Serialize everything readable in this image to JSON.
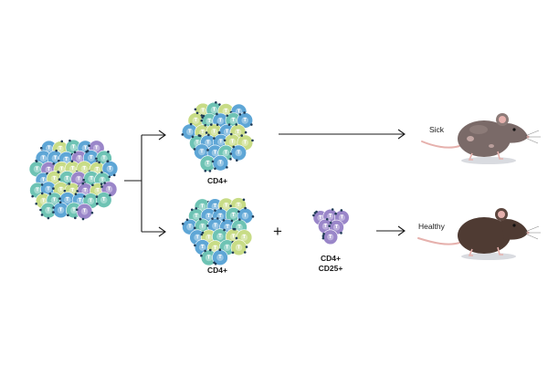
{
  "labels": {
    "cd4_top": "CD4+",
    "cd4_bottom": "CD4+",
    "treg_line1": "CD4+",
    "treg_line2": "CD25+",
    "plus_sign": "+",
    "outcome_sick": "Sick",
    "outcome_healthy": "Healthy"
  },
  "cell_letter": "T",
  "icons": {
    "cell": "t-cell-icon",
    "mouse": "mouse-icon",
    "arrow": "arrow-icon"
  },
  "colors": {
    "cell_blue": "#5ea6d6",
    "cell_teal": "#6ec3b4",
    "cell_green": "#c8dc86",
    "cell_purple": "#9a86c9",
    "receptor": "#1f3b57",
    "arrow": "#1a1a1a",
    "mouse_sick": "#7a6a68",
    "mouse_healthy": "#4f3b33",
    "mouse_pink": "#e6b1ad"
  }
}
